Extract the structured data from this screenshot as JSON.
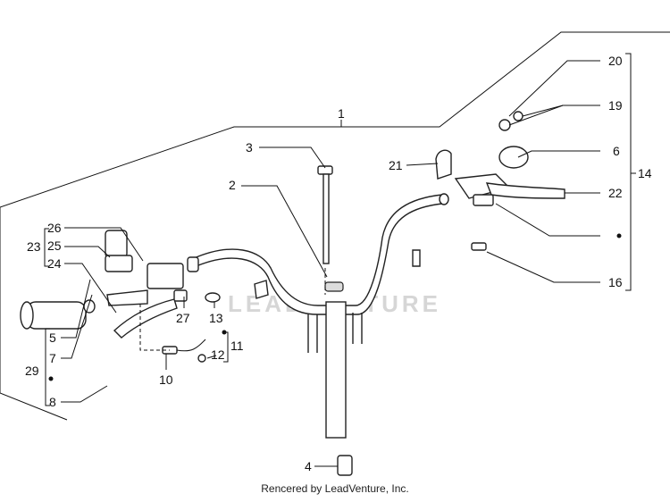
{
  "watermark": "LEADVENTURE",
  "footer": "Rencered by LeadVenture, Inc.",
  "callouts": [
    "1",
    "2",
    "3",
    "4",
    "5",
    "6",
    "7",
    "8",
    "10",
    "11",
    "12",
    "13",
    "14",
    "16",
    "19",
    "20",
    "21",
    "22",
    "23",
    "24",
    "25",
    "26",
    "27",
    "29"
  ]
}
